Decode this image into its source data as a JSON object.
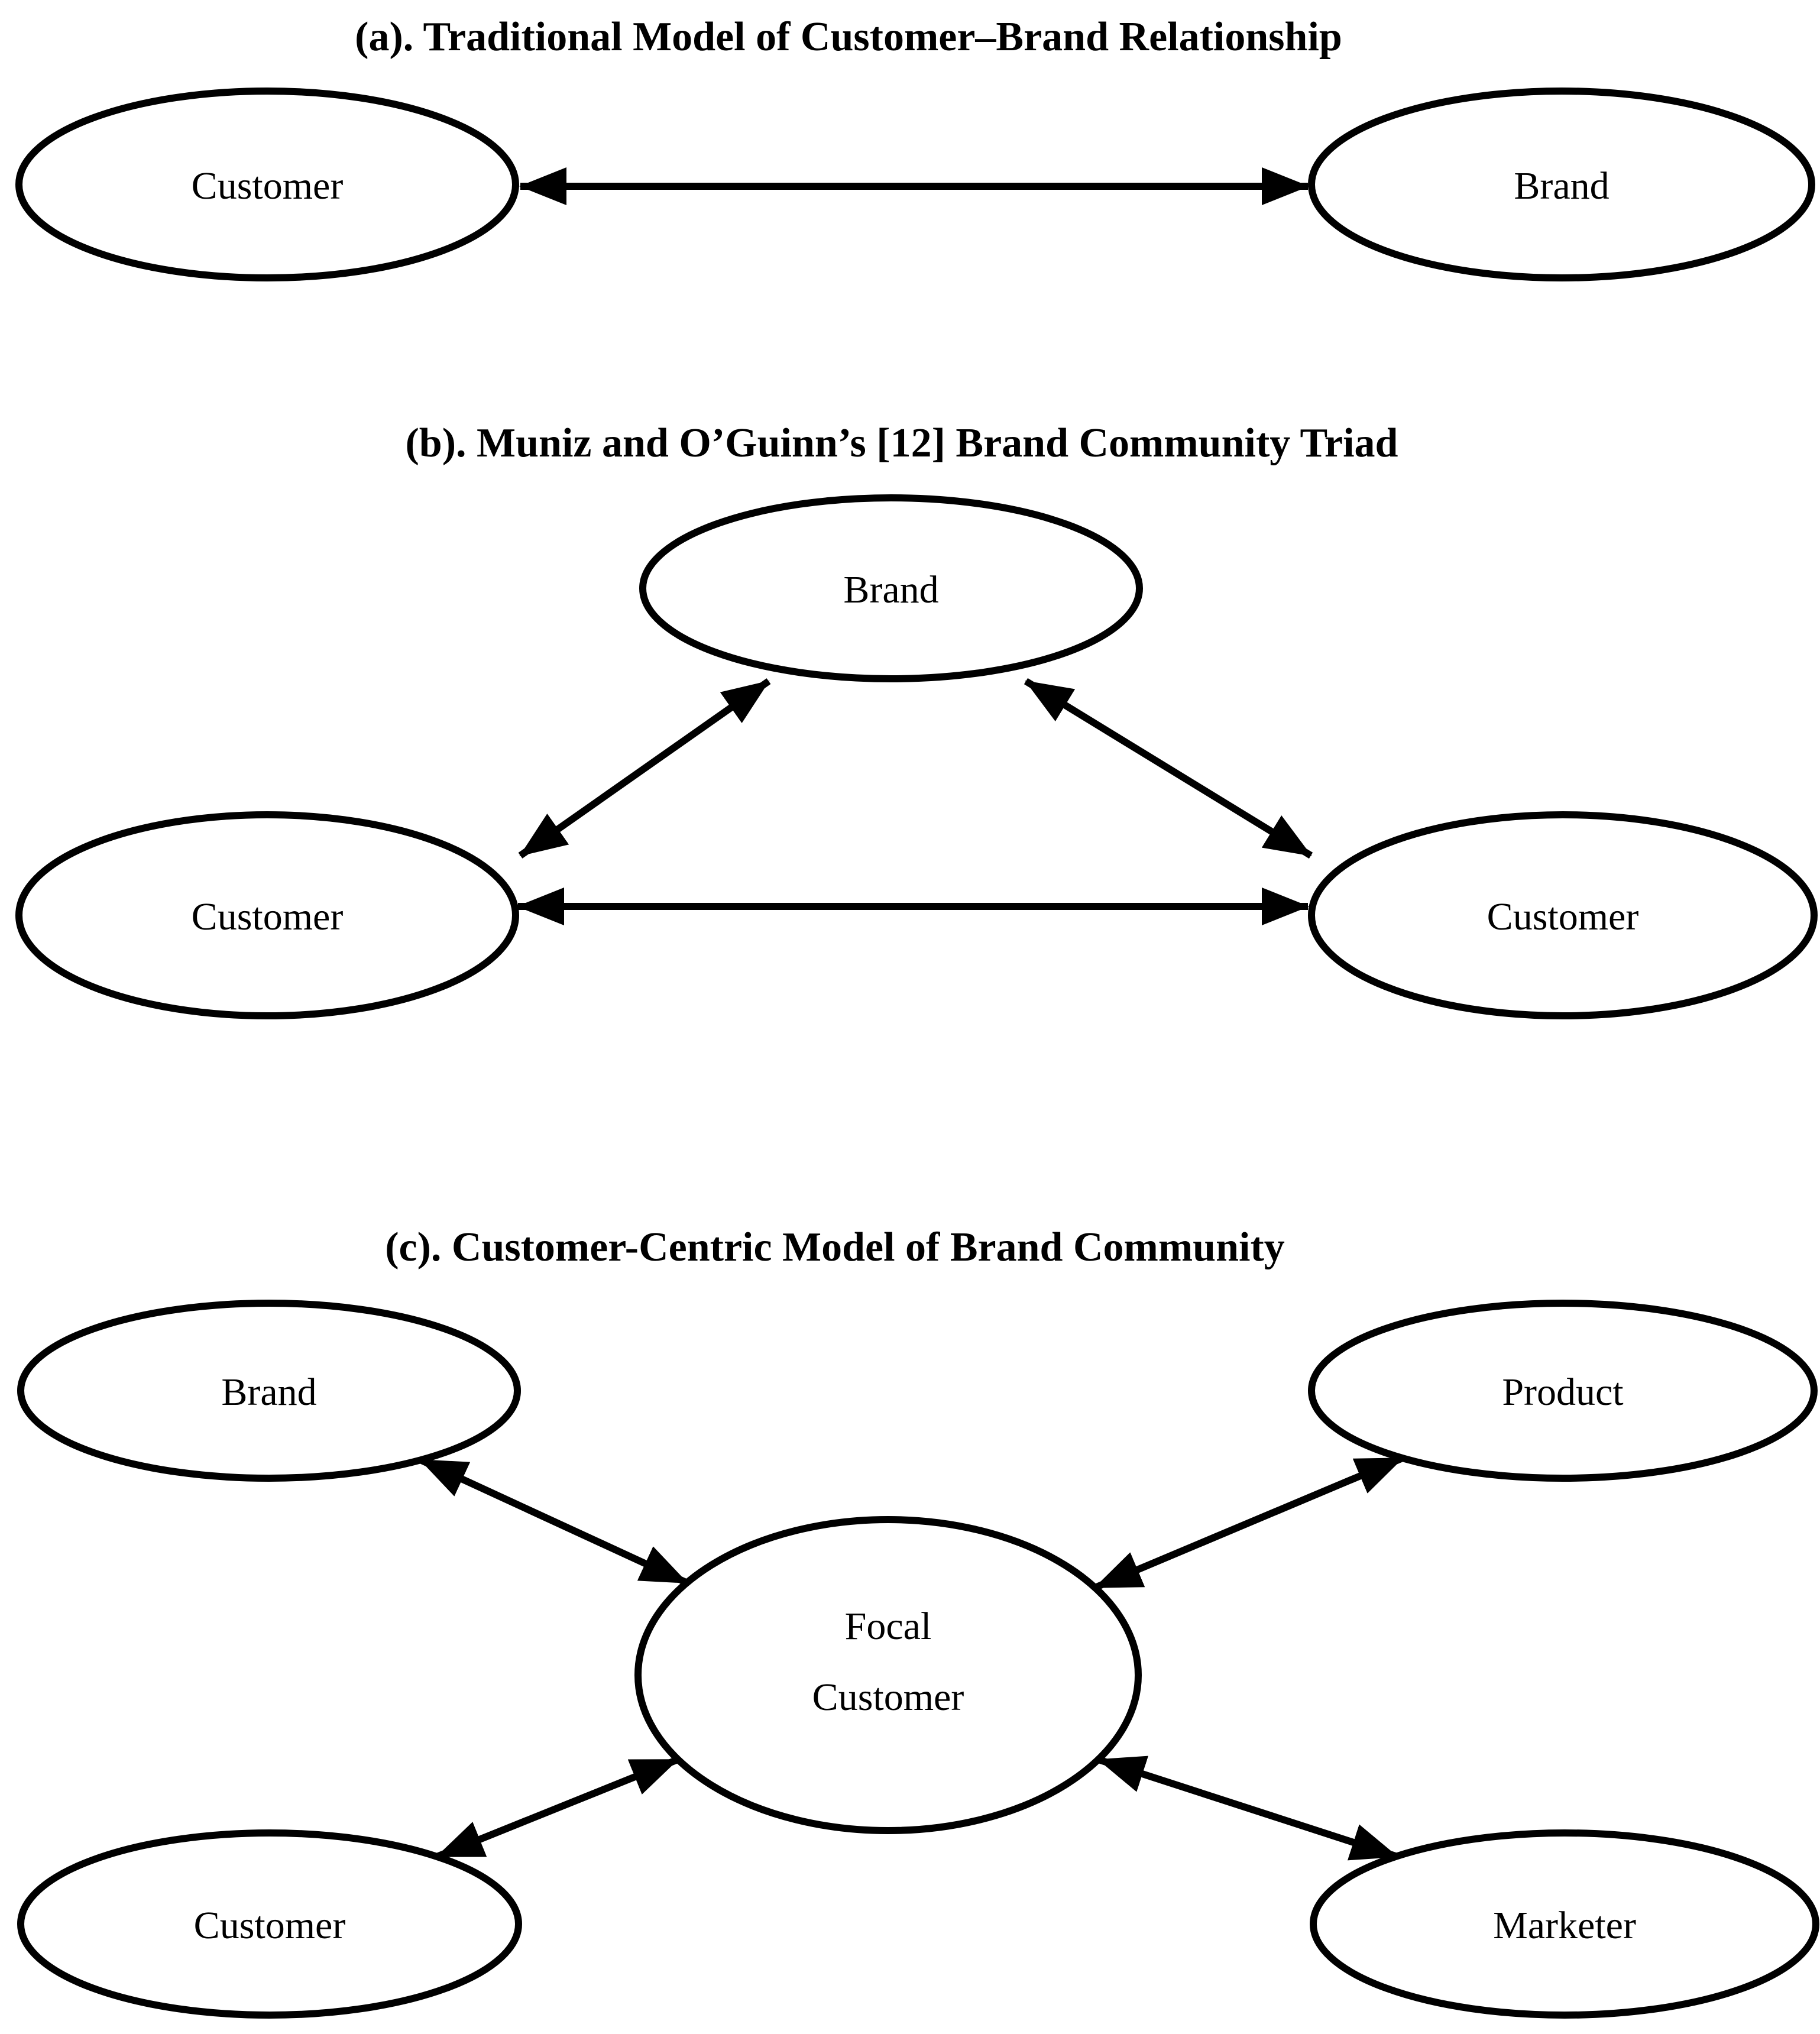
{
  "colors": {
    "ink": "#000000",
    "background": "#ffffff"
  },
  "panels": {
    "a": {
      "title": "(a). Traditional Model of Customer–Brand Relationship",
      "nodes": {
        "customer": {
          "label": "Customer"
        },
        "brand": {
          "label": "Brand"
        }
      }
    },
    "b": {
      "title": "(b). Muniz and O’Guinn’s [12] Brand Community Triad",
      "nodes": {
        "brand": {
          "label": "Brand"
        },
        "customer_left": {
          "label": "Customer"
        },
        "customer_right": {
          "label": "Customer"
        }
      }
    },
    "c": {
      "title": "(c). Customer-Centric Model of Brand Community",
      "nodes": {
        "brand": {
          "label": "Brand"
        },
        "product": {
          "label": "Product"
        },
        "focal_customer": {
          "label_line1": "Focal",
          "label_line2": "Customer"
        },
        "customer": {
          "label": "Customer"
        },
        "marketer": {
          "label": "Marketer"
        }
      }
    }
  }
}
